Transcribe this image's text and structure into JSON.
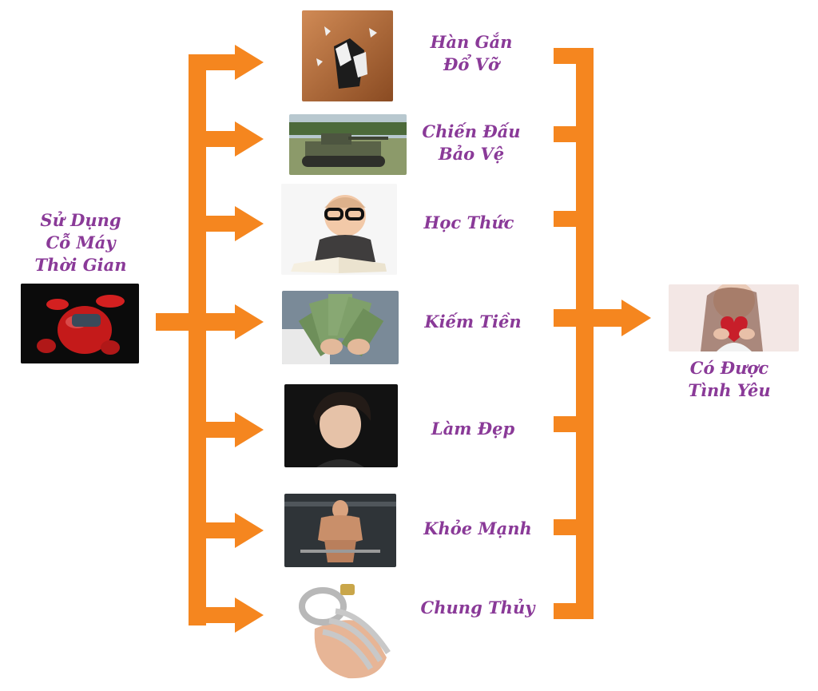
{
  "source": {
    "label": [
      "Sử Dụng",
      "Cỗ Máy",
      "Thời Gian"
    ],
    "image": "time-machine-pod"
  },
  "result": {
    "label": [
      "Có Được",
      "Tình Yêu"
    ],
    "image": "woman-holding-heart"
  },
  "items": [
    {
      "label": [
        "Hàn Gắn",
        "Đổ Vỡ"
      ],
      "image": "broken-mug"
    },
    {
      "label": [
        "Chiến Đấu",
        "Bảo Vệ"
      ],
      "image": "tank"
    },
    {
      "label": [
        "Học Thức"
      ],
      "image": "baby-with-glasses-and-book"
    },
    {
      "label": [
        "Kiếm Tiền"
      ],
      "image": "hands-with-cash"
    },
    {
      "label": [
        "Làm Đẹp"
      ],
      "image": "young-man-portrait"
    },
    {
      "label": [
        "Khỏe Mạnh"
      ],
      "image": "bodybuilder-gym"
    },
    {
      "label": [
        "Chung Thủy"
      ],
      "image": "metal-lock-device"
    }
  ],
  "colors": {
    "arrow": "#f5861f",
    "label": "#8a3a98"
  }
}
